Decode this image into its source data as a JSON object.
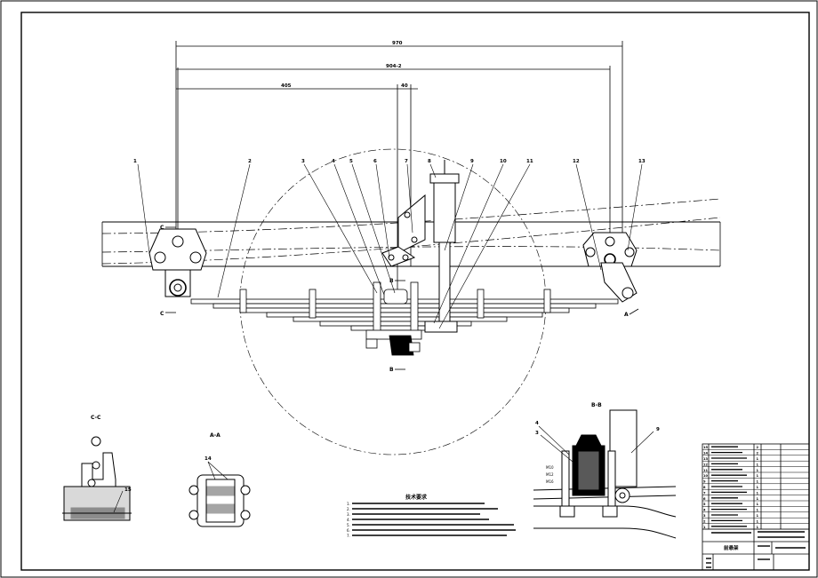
{
  "dims": {
    "overall": "970",
    "eye_to_eye": "904-2",
    "front_length": "405",
    "offset": "40"
  },
  "callouts": [
    "1",
    "2",
    "3",
    "4",
    "5",
    "6",
    "7",
    "8",
    "9",
    "10",
    "11",
    "12",
    "13"
  ],
  "section_marks": {
    "c_top": "C",
    "c_bottom": "C",
    "b_top": "B",
    "b_bottom": "B",
    "a": "A"
  },
  "views": {
    "cc": {
      "title": "C-C",
      "callout": "15"
    },
    "aa": {
      "title": "A-A",
      "callout": "14"
    },
    "bb": {
      "title": "B-B",
      "callouts": [
        "4",
        "3",
        "9"
      ],
      "thread_labels": [
        "M10",
        "M12",
        "M16"
      ]
    }
  },
  "notes": {
    "heading": "技术要求",
    "lines": [
      "1.",
      "2.",
      "3.",
      "4.",
      "5.",
      "6.",
      "7."
    ]
  },
  "title_block": {
    "drawing_name": "前悬架",
    "rows": [
      {
        "no": "15",
        "qty": "2"
      },
      {
        "no": "14",
        "qty": "2"
      },
      {
        "no": "13",
        "qty": "1"
      },
      {
        "no": "12",
        "qty": "1"
      },
      {
        "no": "11",
        "qty": "1"
      },
      {
        "no": "10",
        "qty": "1"
      },
      {
        "no": "9",
        "qty": "1"
      },
      {
        "no": "8",
        "qty": "1"
      },
      {
        "no": "7",
        "qty": "1"
      },
      {
        "no": "6",
        "qty": "1"
      },
      {
        "no": "5",
        "qty": "1"
      },
      {
        "no": "4",
        "qty": "1"
      },
      {
        "no": "3",
        "qty": "1"
      },
      {
        "no": "2",
        "qty": "1"
      },
      {
        "no": "1",
        "qty": "1"
      }
    ]
  }
}
